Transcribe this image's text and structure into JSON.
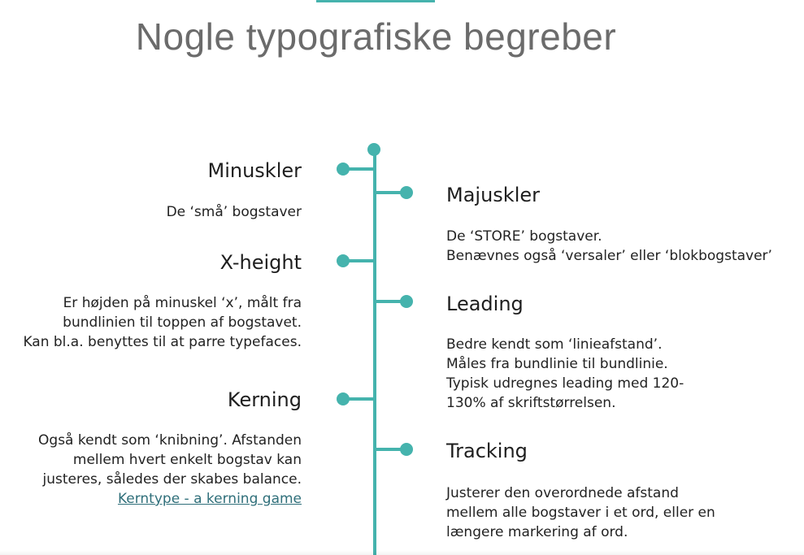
{
  "theme": {
    "accent": "#45b3ad"
  },
  "page": {
    "title": "Nogle typografiske begreber"
  },
  "left": [
    {
      "heading": "Minuskler",
      "lines": [
        "De ‘små’ bogstaver"
      ]
    },
    {
      "heading": "X-height",
      "lines": [
        "Er højden på minuskel ‘x’, målt fra",
        "bundlinien til toppen af bogstavet.",
        "Kan bl.a. benyttes til at parre typefaces."
      ]
    },
    {
      "heading": "Kerning",
      "lines": [
        "Også kendt som ‘knibning’. Afstanden",
        "mellem hvert enkelt bogstav kan",
        "justeres, således der skabes balance."
      ],
      "link": "Kerntype - a kerning game"
    }
  ],
  "right": [
    {
      "heading": "Majuskler",
      "lines": [
        "De ‘STORE’ bogstaver.",
        "Benævnes også ‘versaler’ eller ‘blokbogstaver’"
      ]
    },
    {
      "heading": "Leading",
      "lines": [
        "Bedre kendt som ‘linieafstand’.",
        "Måles fra bundlinie til bundlinie.",
        "Typisk udregnes leading med 120-",
        "130% af skriftstørrelsen."
      ]
    },
    {
      "heading": "Tracking",
      "lines": [
        "Justerer den overordnede afstand",
        "mellem alle bogstaver i et ord, eller en",
        "længere markering af ord."
      ]
    }
  ]
}
